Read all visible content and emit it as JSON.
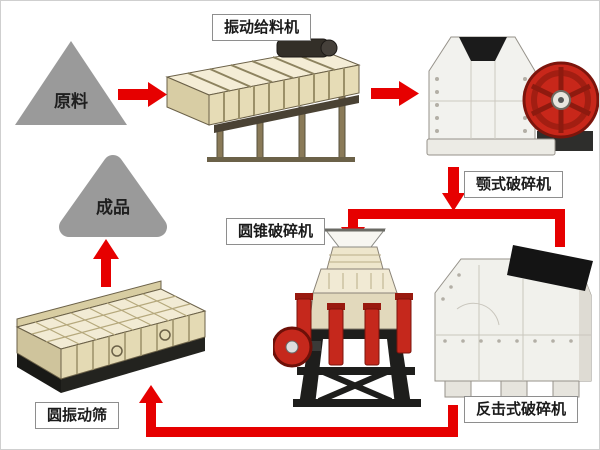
{
  "diagram": {
    "type": "crushing-process-flow",
    "background": "#ffffff"
  },
  "nodes": {
    "raw_material": {
      "label": "原料",
      "shape": "gray-triangle"
    },
    "vibrating_feeder": {
      "label": "振动给料机"
    },
    "jaw_crusher": {
      "label": "颚式破碎机"
    },
    "cone_crusher": {
      "label": "圆锥破碎机"
    },
    "impact_crusher": {
      "label": "反击式破碎机"
    },
    "vibrating_screen": {
      "label": "圆振动筛"
    },
    "finished_product": {
      "label": "成品",
      "shape": "gray-rounded-triangle"
    }
  },
  "colors": {
    "arrow_red": "#e60000",
    "pile_gray": "#9a9a9a",
    "label_border": "#8e8e8e",
    "label_text": "#1a1a1a",
    "machine_cream": "#e9e0c0",
    "machine_white": "#f2f2ee",
    "machine_red": "#c5281c",
    "frame_black": "#1e1e1c"
  }
}
